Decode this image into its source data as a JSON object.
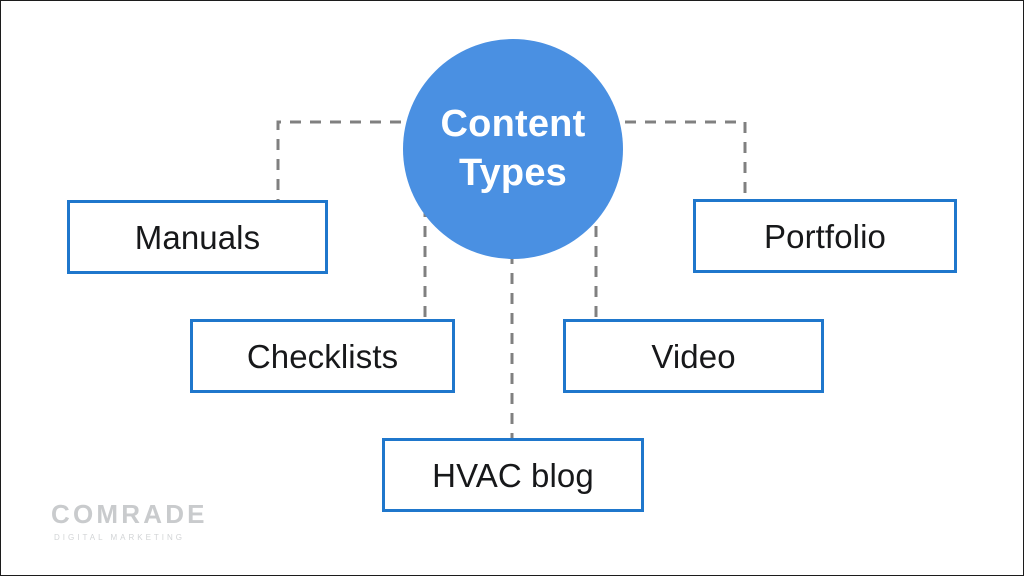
{
  "diagram": {
    "type": "hub-and-spoke",
    "hub": {
      "label": "Content\nTypes",
      "fill_color": "#4a90e2",
      "text_color": "#ffffff"
    },
    "node_border_color": "#1f77cc",
    "node_text_color": "#17181a",
    "connector_color": "#808080",
    "connector_style": "dashed",
    "nodes": [
      {
        "id": "manuals",
        "label": "Manuals"
      },
      {
        "id": "checklists",
        "label": "Checklists"
      },
      {
        "id": "hvac-blog",
        "label": "HVAC blog"
      },
      {
        "id": "video",
        "label": "Video"
      },
      {
        "id": "portfolio",
        "label": "Portfolio"
      }
    ]
  },
  "watermark": {
    "brand": "COMRADE",
    "tagline": "DIGITAL MARKETING",
    "color": "#c9cbcd"
  }
}
